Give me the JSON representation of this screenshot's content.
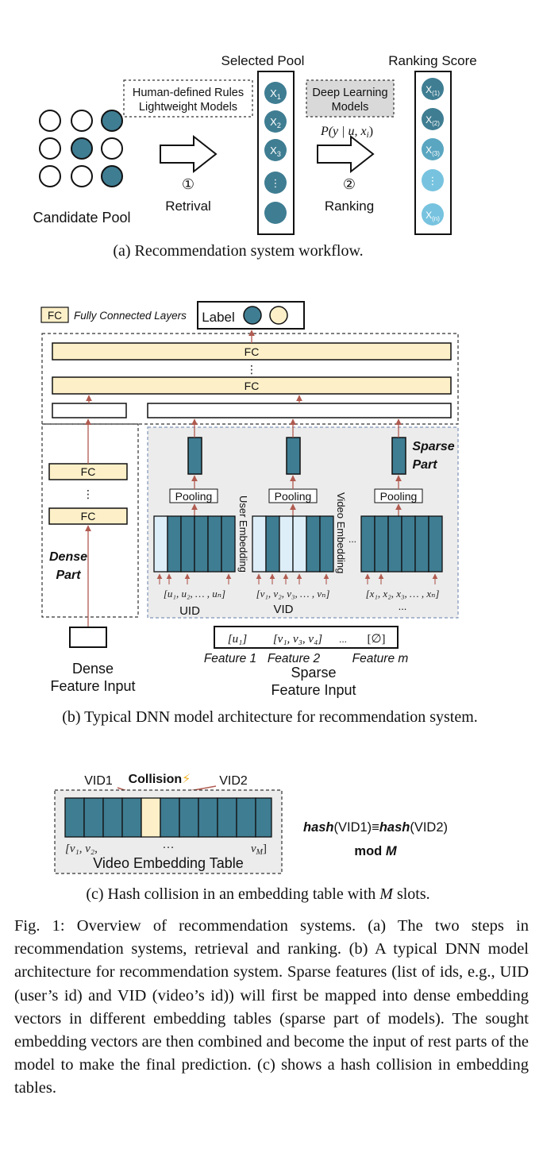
{
  "panel_a": {
    "selected_pool_title": "Selected Pool",
    "ranking_score_title": "Ranking Score",
    "rules_line1": "Human-defined Rules",
    "rules_line2": "Lightweight Models",
    "deep_line1": "Deep Learning",
    "deep_line2": "Models",
    "prob_formula": "P(y | u, x",
    "prob_sub": "i",
    "prob_close": ")",
    "step1_symbol": "①",
    "step1_label": "Retrival",
    "step2_symbol": "②",
    "step2_label": "Ranking",
    "candidate_pool_label": "Candidate Pool",
    "selected_items": [
      {
        "base": "X",
        "sub": "1"
      },
      {
        "base": "X",
        "sub": "2"
      },
      {
        "base": "X",
        "sub": "3"
      }
    ],
    "ranked_items": [
      {
        "base": "X",
        "sub": "(1)"
      },
      {
        "base": "X",
        "sub": "(2)"
      },
      {
        "base": "X",
        "sub": "(3)"
      },
      {
        "base": "X",
        "sub": "(n)"
      }
    ],
    "ellipsis": "⋮",
    "caption": "(a) Recommendation system workflow.",
    "colors": {
      "dark": "#3f7d92",
      "mid": "#5aa6c1",
      "light": "#77c3df",
      "gray": "#d9d9d9"
    }
  },
  "panel_b": {
    "legend_fc": "FC",
    "legend_text": "Fully Connected Layers",
    "label_text": "Label",
    "fc": "FC",
    "vdots": "⋮",
    "sparse_part_line1": "Sparse",
    "sparse_part_line2": "Part",
    "dense_part_line1": "Dense",
    "dense_part_line2": "Part",
    "pooling": "Pooling",
    "user_embedding": "User Embedding",
    "video_embedding": "Video Embedding",
    "hdots": "...",
    "uid_list": "[u₁, u₂,   … , uₙ]",
    "vid_list": "[v₁, v₂, v₃, … , vₙ]",
    "x_list": "[x₁, x₂, x₃, … , xₙ]",
    "uid": "UID",
    "vid": "VID",
    "dots_label": "...",
    "feat_u1": "[u₁]",
    "feat_v": "[v₁, v₃, v₄]",
    "feat_dots": "...",
    "feat_empty": "[∅]",
    "feature1": "Feature 1",
    "feature2": "Feature 2",
    "featurem": "Feature m",
    "dense_input_line1": "Dense",
    "dense_input_line2": "Feature Input",
    "sparse_input_line1": "Sparse",
    "sparse_input_line2": "Feature Input",
    "caption": "(b) Typical DNN model architecture for recommendation system.",
    "colors": {
      "fc_fill": "#fdf0c8",
      "teal": "#3f7d92",
      "light_cell": "#ddeef8",
      "sparse_bg": "#ececec",
      "arrow": "#b15b50"
    }
  },
  "panel_c": {
    "vid1": "VID1",
    "collision": "Collision",
    "bolt": "⚡",
    "vid2": "VID2",
    "list_start": "[v₁, v₂,",
    "list_mid": "…",
    "list_end": "v",
    "list_end_sub": "M",
    "list_close": "]",
    "table_label": "Video Embedding Table",
    "hash_italic1": "hash",
    "hash_arg1": "(VID1)≡",
    "hash_italic2": "hash",
    "hash_arg2": "(VID2)",
    "mod_text": "mod ",
    "mod_m": "M",
    "caption_pre": "(c) Hash collision in an embedding table with ",
    "caption_m": "M",
    "caption_post": " slots."
  },
  "figure_caption": "Fig. 1: Overview of recommendation systems. (a) The two steps in recommendation systems, retrieval and ranking. (b) A typical DNN model architecture for recommendation system. Sparse features (list of ids, e.g., UID (user’s id) and VID (video’s id)) will first be mapped into dense embedding vectors in different embedding tables (sparse part of models). The sought embedding vectors are then combined and become the input of rest parts of the model to make the final prediction. (c) shows a hash collision in embedding tables."
}
